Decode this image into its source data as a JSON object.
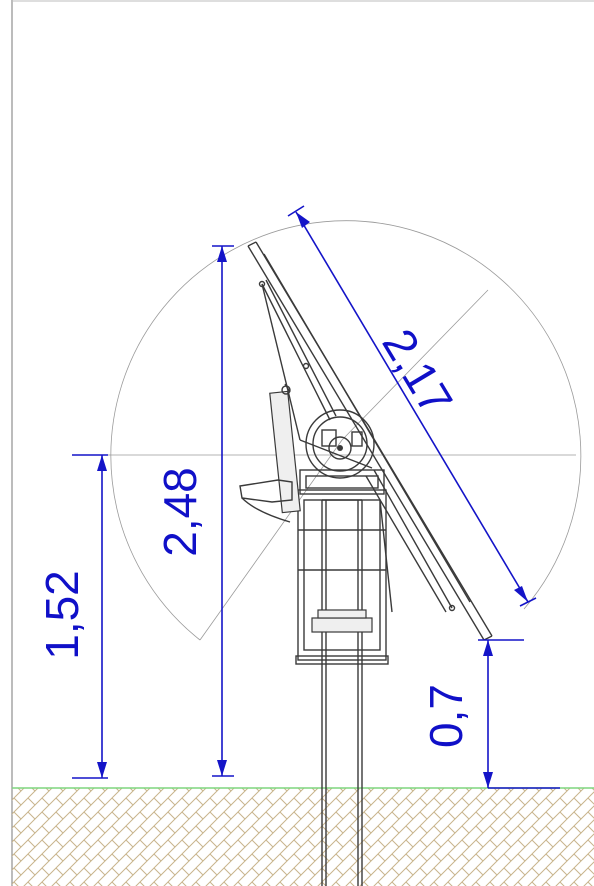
{
  "dimensions": {
    "panel_length": "2,17",
    "total_height": "2,48",
    "pivot_height": "1,52",
    "ground_clearance": "0,7"
  },
  "colors": {
    "dimension": "#1414c8",
    "ground_line": "#7fd67f",
    "soil_hatch": "#c8b48c",
    "structure": "#3a3a3a",
    "construction": "#9a9a9a"
  }
}
